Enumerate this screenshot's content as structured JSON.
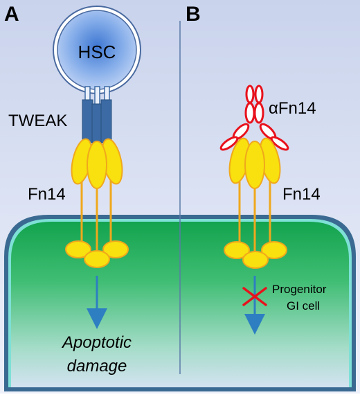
{
  "panels": {
    "a": {
      "letter": "A",
      "hsc_label": "HSC",
      "ligand_label": "TWEAK",
      "receptor_label": "Fn14",
      "outcome_line1": "Apoptotic",
      "outcome_line2": "damage"
    },
    "b": {
      "letter": "B",
      "antibody_label": "αFn14",
      "receptor_label": "Fn14",
      "cell_line1": "Progenitor",
      "cell_line2": "GI cell"
    }
  },
  "colors": {
    "background_top": "#c9d3ec",
    "background_bottom": "#eef1fa",
    "cell_green": "#1fae5a",
    "membrane_outer": "#3a6a92",
    "membrane_inner": "#7ee0d6",
    "receptor_yellow": "#f8e10e",
    "receptor_outline": "#f0a81c",
    "tweak_blue": "#3c6aa4",
    "antibody_red": "#e8121c",
    "arrow_blue": "#2d7fc1",
    "inhibit_red": "#e8121c",
    "hsc_blue": "#6a9be0"
  }
}
